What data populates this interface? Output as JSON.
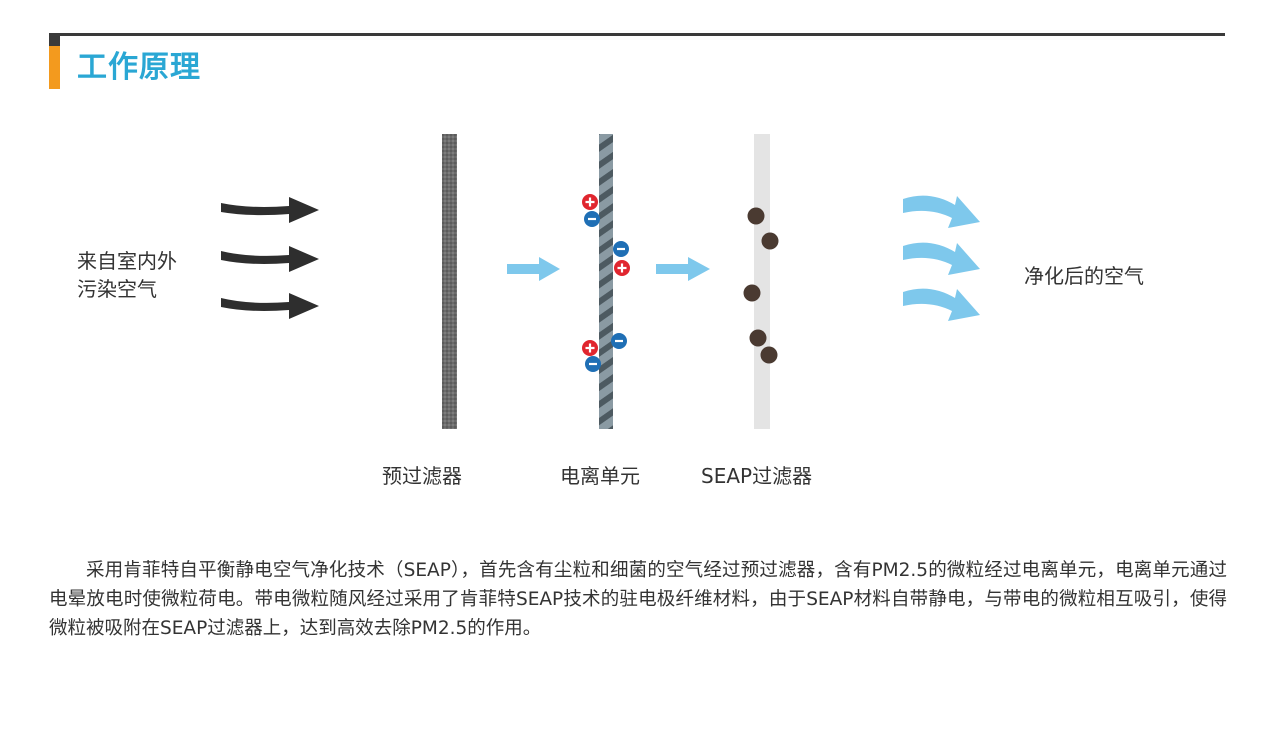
{
  "header": {
    "title": "工作原理",
    "accent_color": "#f39a1e",
    "title_color": "#2aa7d4"
  },
  "diagram": {
    "source_label_line1": "来自室内外",
    "source_label_line2": "污染空气",
    "output_label": "净化后的空气",
    "stages": [
      {
        "label": "预过滤器"
      },
      {
        "label": "电离单元"
      },
      {
        "label": "SEAP过滤器"
      }
    ],
    "colors": {
      "dark_arrow": "#2e2e2e",
      "blue_arrow": "#7ec8ec",
      "positive_ion": "#e0262f",
      "negative_ion": "#1f6fb5",
      "particle": "#4a3a31"
    }
  },
  "description": "采用肯菲特自平衡静电空气净化技术（SEAP），首先含有尘粒和细菌的空气经过预过滤器，含有PM2.5的微粒经过电离单元，电离单元通过电晕放电时使微粒荷电。带电微粒随风经过采用了肯菲特SEAP技术的驻电极纤维材料，由于SEAP材料自带静电，与带电的微粒相互吸引，使得微粒被吸附在SEAP过滤器上，达到高效去除PM2.5的作用。"
}
